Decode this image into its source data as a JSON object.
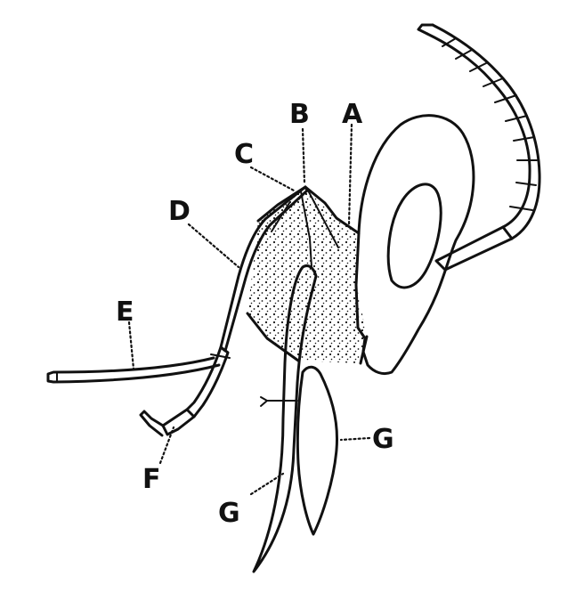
{
  "labels": {
    "A": "A",
    "B": "B",
    "C": "C",
    "D": "D",
    "E": "E",
    "F": "F",
    "G_left": "G",
    "G_right": "G"
  },
  "colors": {
    "ink": "#111111",
    "paper": "#ffffff"
  }
}
